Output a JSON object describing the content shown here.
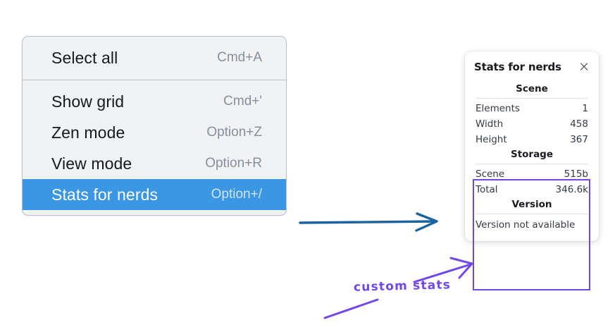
{
  "context_menu": {
    "groups": [
      {
        "items": [
          {
            "label": "Select all",
            "shortcut": "Cmd+A",
            "selected": false
          }
        ]
      },
      {
        "items": [
          {
            "label": "Show grid",
            "shortcut": "Cmd+'",
            "selected": false
          },
          {
            "label": "Zen mode",
            "shortcut": "Option+Z",
            "selected": false
          },
          {
            "label": "View mode",
            "shortcut": "Option+R",
            "selected": false
          },
          {
            "label": "Stats for nerds",
            "shortcut": "Option+/",
            "selected": true
          }
        ]
      }
    ],
    "highlight_color": "#3b97e3"
  },
  "stats_panel": {
    "title": "Stats for nerds",
    "close_icon": "close-icon",
    "sections": [
      {
        "title": "Scene",
        "rows": [
          {
            "key": "Elements",
            "value": "1"
          },
          {
            "key": "Width",
            "value": "458"
          },
          {
            "key": "Height",
            "value": "367"
          }
        ]
      },
      {
        "title": "Storage",
        "rows": [
          {
            "key": "Scene",
            "value": "515b"
          },
          {
            "key": "Total",
            "value": "346.6k"
          }
        ]
      },
      {
        "title": "Version",
        "note": "Version not available"
      }
    ]
  },
  "annotations": {
    "blue_arrow_color": "#1b639f",
    "purple_color": "#7048e8",
    "callout_text": "custom stats"
  }
}
